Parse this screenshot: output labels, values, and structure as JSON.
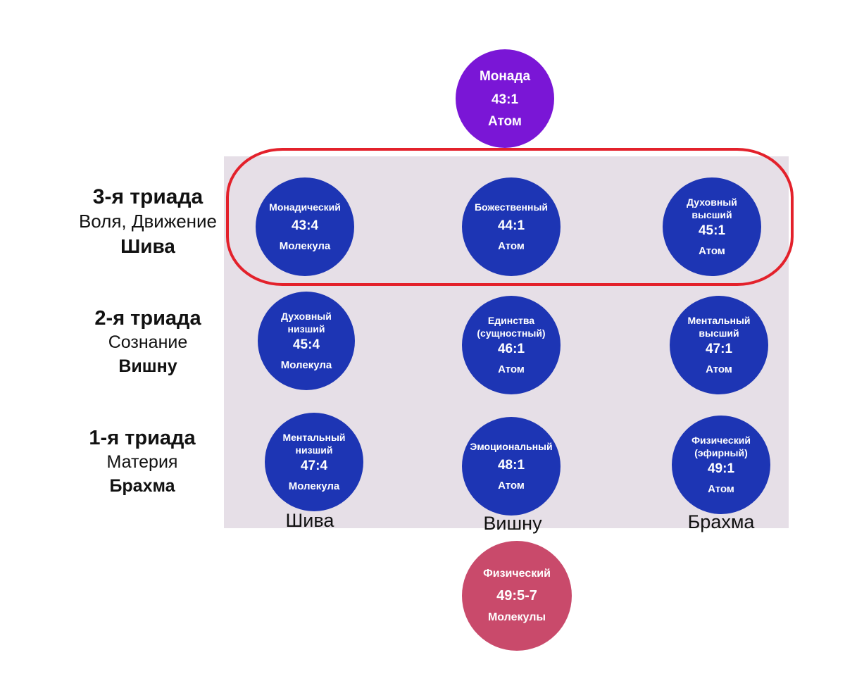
{
  "top": {
    "name": "Монада",
    "code": "43:1",
    "kind": "Атом",
    "color": "#7a16d6"
  },
  "bottom": {
    "name": "Физический",
    "code": "49:5-7",
    "kind": "Молекулы",
    "color": "#c94a6b"
  },
  "triads": [
    {
      "title": "3-я триада",
      "subtitle": "Воля, Движение",
      "deity": "Шива"
    },
    {
      "title": "2-я триада",
      "subtitle": "Сознание",
      "deity": "Вишну"
    },
    {
      "title": "1-я триада",
      "subtitle": "Материя",
      "deity": "Брахма"
    }
  ],
  "rows": [
    [
      {
        "name": "Монадический",
        "code": "43:4",
        "kind": "Молекула"
      },
      {
        "name": "Божественный",
        "code": "44:1",
        "kind": "Атом"
      },
      {
        "name": "Духовный высший",
        "code": "45:1",
        "kind": "Атом"
      }
    ],
    [
      {
        "name": "Духовный низший",
        "code": "45:4",
        "kind": "Молекула"
      },
      {
        "name": "Единства (сущностный)",
        "code": "46:1",
        "kind": "Атом"
      },
      {
        "name": "Ментальный высший",
        "code": "47:1",
        "kind": "Атом"
      }
    ],
    [
      {
        "name": "Ментальный низший",
        "code": "47:4",
        "kind": "Молекула"
      },
      {
        "name": "Эмоциональный",
        "code": "48:1",
        "kind": "Атом"
      },
      {
        "name": "Физический (эфирный)",
        "code": "49:1",
        "kind": "Атом"
      }
    ]
  ],
  "columns": [
    "Шива",
    "Вишну",
    "Брахма"
  ],
  "colors": {
    "circle": "#1d35b4",
    "highlight": "#e3212b",
    "panel": "#e6dfe7"
  }
}
